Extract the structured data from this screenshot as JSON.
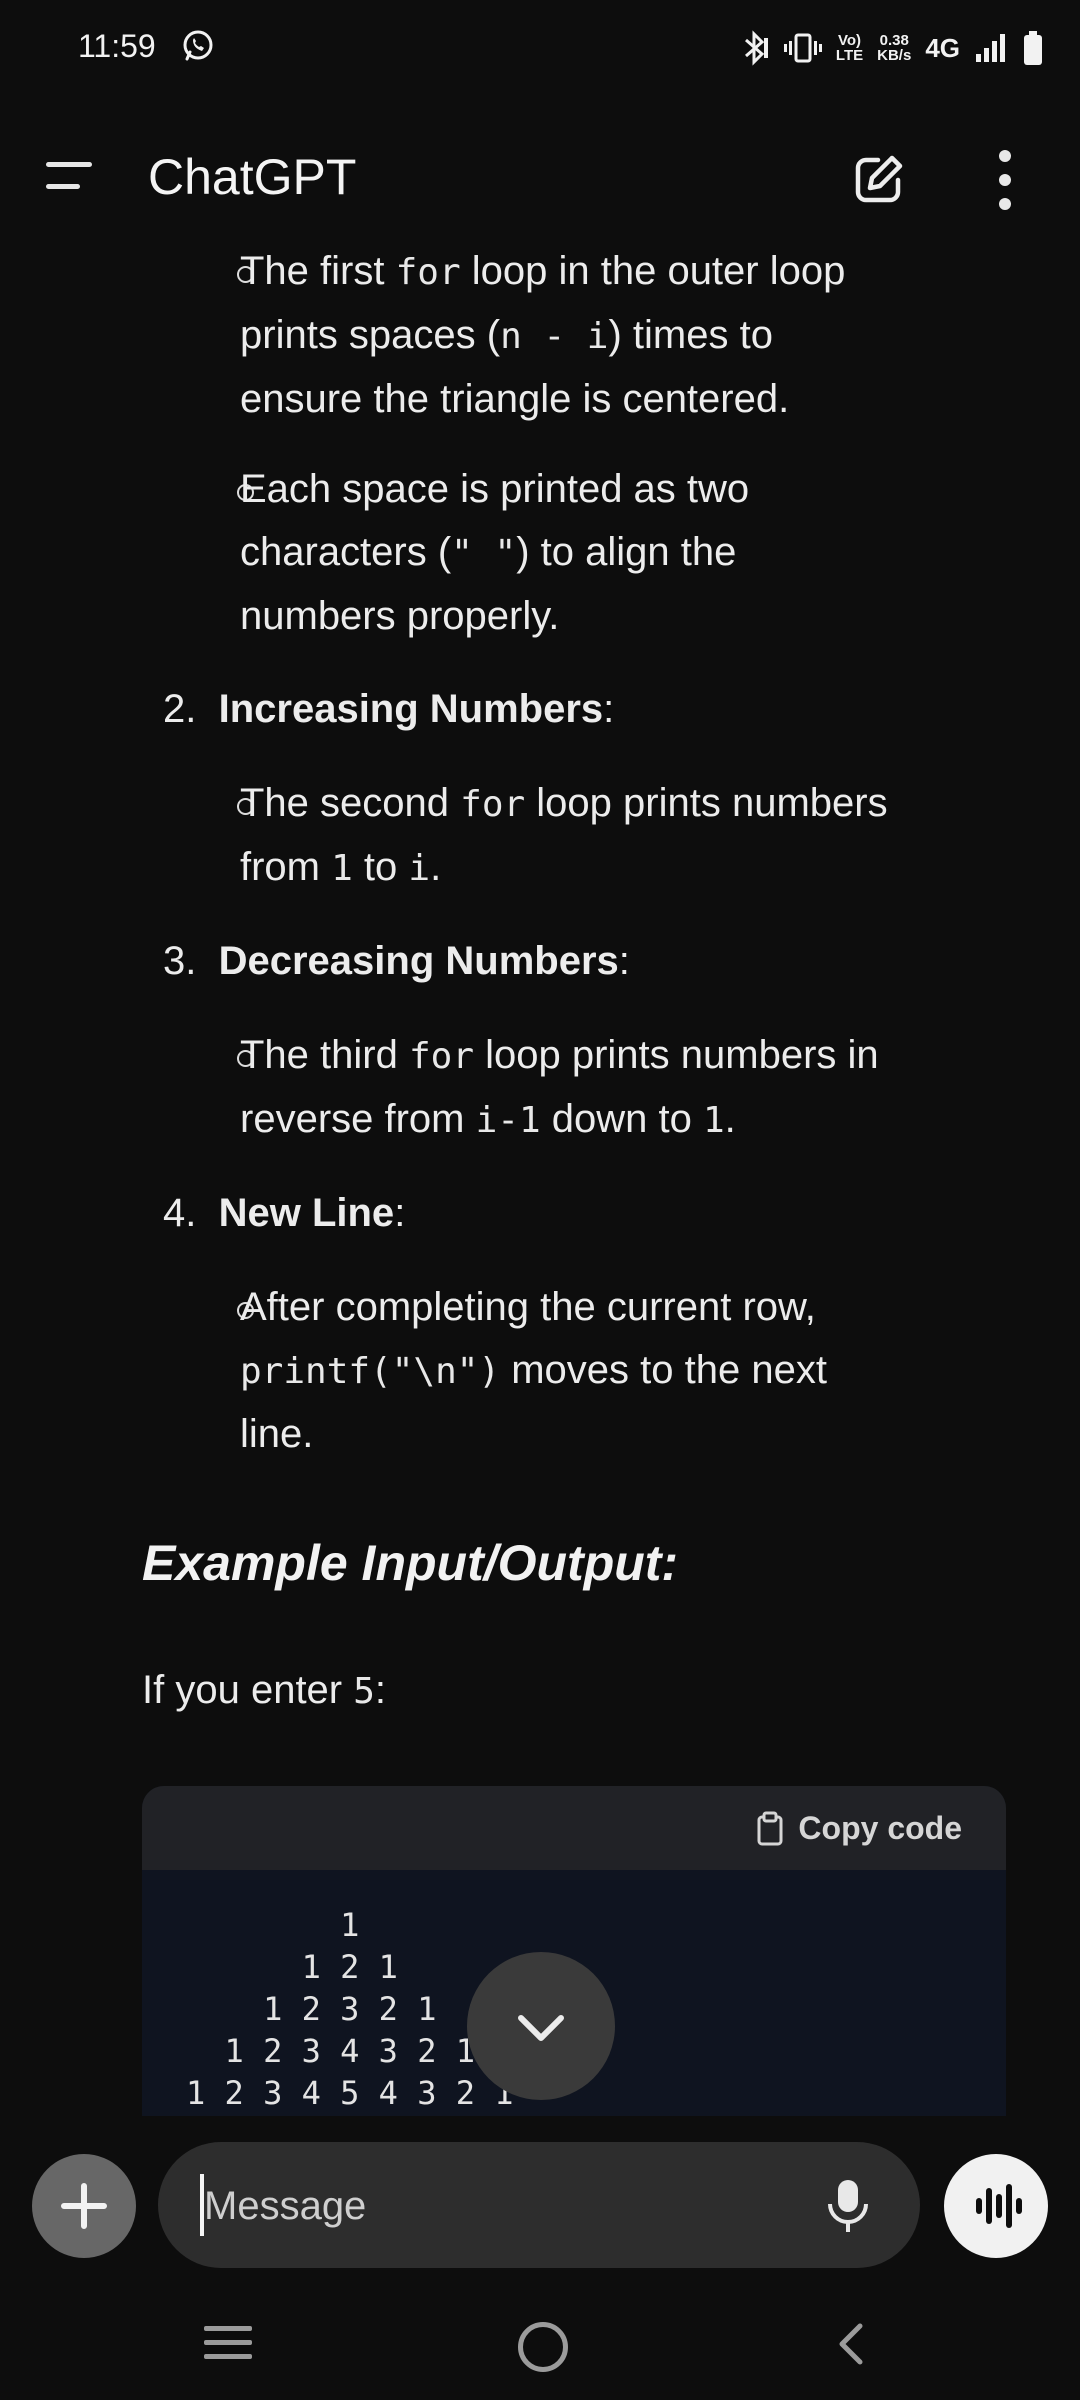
{
  "status_bar": {
    "time": "11:59",
    "icons": [
      "whatsapp-icon",
      "bluetooth-icon",
      "vibrate-icon",
      "volte-icon",
      "signal-icon",
      "battery-icon"
    ],
    "volte_top": "Vo)",
    "volte_bottom": "LTE",
    "speed_value": "0.38",
    "speed_unit": "KB/s",
    "network": "4G"
  },
  "header": {
    "title": "ChatGPT"
  },
  "message": {
    "sub1": {
      "text_a": "The first ",
      "code_a": "for",
      "text_b": " loop in the outer loop",
      "line2_a": "prints spaces (",
      "line2_code": "n - i",
      "line2_b": ") times to",
      "line3": "ensure the triangle is centered."
    },
    "sub2": {
      "line1": "Each space is printed as two",
      "line2_a": "characters (",
      "line2_code": "\"  \"",
      "line2_b": ") to align the",
      "line3": "numbers properly."
    },
    "item2": {
      "num": "2.",
      "title": "Increasing Numbers",
      "colon": ":"
    },
    "sub3": {
      "text_a": "The second ",
      "code_a": "for",
      "text_b": " loop prints numbers",
      "line2_a": "from ",
      "line2_code1": "1",
      "line2_b": " to ",
      "line2_code2": "i",
      "line2_c": "."
    },
    "item3": {
      "num": "3.",
      "title": "Decreasing Numbers",
      "colon": ":"
    },
    "sub4": {
      "text_a": "The third ",
      "code_a": "for",
      "text_b": " loop prints numbers in",
      "line2_a": "reverse from ",
      "line2_code1": "i-1",
      "line2_b": " down to ",
      "line2_code2": "1",
      "line2_c": "."
    },
    "item4": {
      "num": "4.",
      "title": "New Line",
      "colon": ":"
    },
    "sub5": {
      "line1": "After completing the current row,",
      "line2_code": "printf(\"\\n\")",
      "line2_b": " moves to the next",
      "line3": "line."
    },
    "example_heading": "Example Input/Output:",
    "example_text": "If you enter ",
    "example_code": "5",
    "example_colon": ":",
    "code_block": {
      "copy_label": "Copy code",
      "output": "        1\n      1 2 1\n    1 2 3 2 1\n  1 2 3 4 3 2 1\n1 2 3 4 5 4 3 2 1"
    }
  },
  "composer": {
    "placeholder": "Message"
  }
}
